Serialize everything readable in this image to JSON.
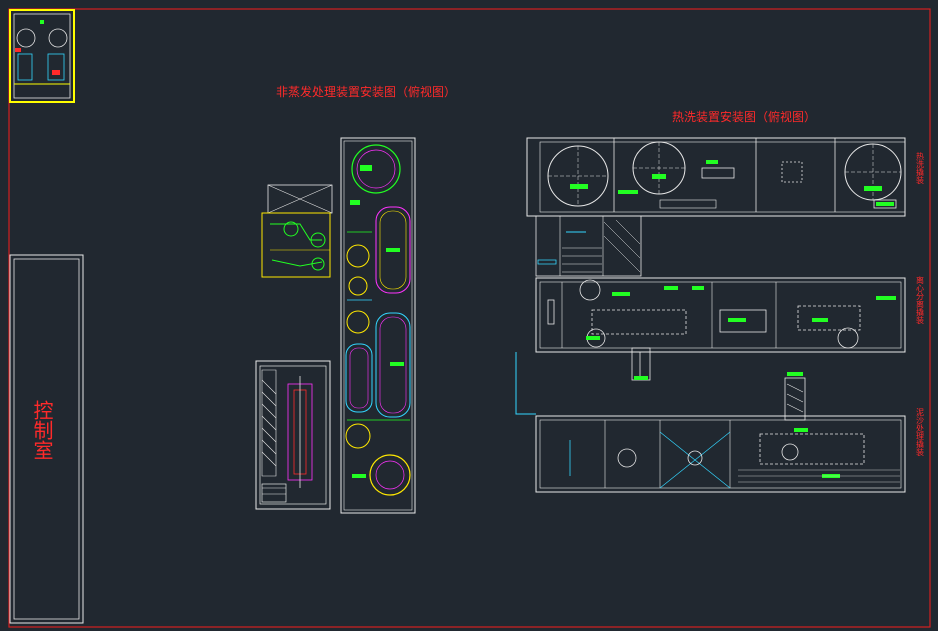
{
  "titles": {
    "non_evaporation_plan": "非蒸发处理装置安装图（俯视图）",
    "hot_wash_plan": "热洗装置安装图（俯视图）"
  },
  "rooms": {
    "control_room": "控制室"
  },
  "side_labels": {
    "hot_wash_skid": "热洗撬装",
    "centrifuge_skid": "离心分离撬装",
    "sludge_treatment_skid": "泥沙处理撬装"
  },
  "colors": {
    "background": "#212830",
    "title_red": "#ff2a2a",
    "frame_red": "#d42020",
    "line_white": "#e8e8e8",
    "equip_cyan": "#33d6ff",
    "equip_green": "#22ff22",
    "equip_yellow": "#ffe800",
    "equip_magenta": "#ff33ff",
    "highlight_yellow": "#ffff00"
  }
}
